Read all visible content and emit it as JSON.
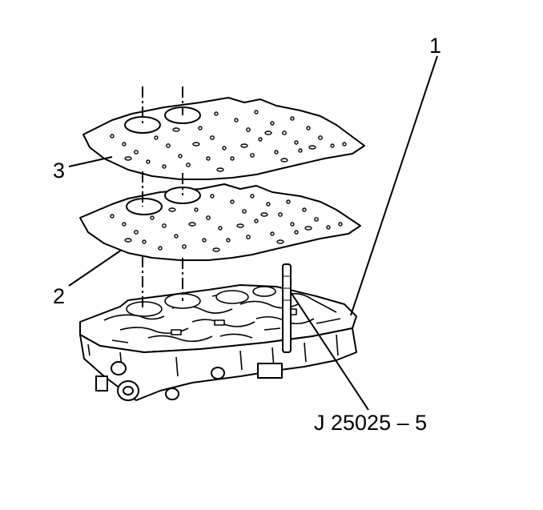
{
  "callouts": {
    "valve_body": "1",
    "lower_gasket": "2",
    "upper_gasket": "3",
    "tool": "J 25025 – 5"
  }
}
